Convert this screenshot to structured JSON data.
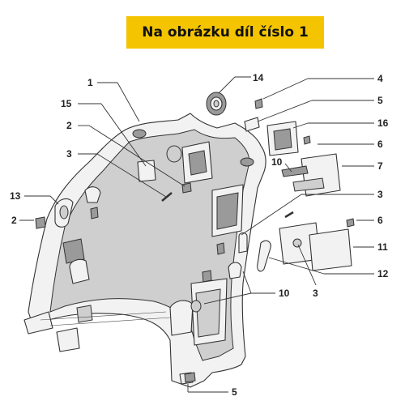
{
  "header": {
    "title": "Na obrázku díl číslo 1"
  },
  "callouts": [
    {
      "label": "1"
    },
    {
      "label": "14"
    },
    {
      "label": "4"
    },
    {
      "label": "15"
    },
    {
      "label": "5"
    },
    {
      "label": "2"
    },
    {
      "label": "16"
    },
    {
      "label": "3"
    },
    {
      "label": "6"
    },
    {
      "label": "10"
    },
    {
      "label": "7"
    },
    {
      "label": "13"
    },
    {
      "label": "3"
    },
    {
      "label": "2"
    },
    {
      "label": "6"
    },
    {
      "label": "11"
    },
    {
      "label": "12"
    },
    {
      "label": "3"
    },
    {
      "label": "10"
    },
    {
      "label": "5"
    }
  ]
}
